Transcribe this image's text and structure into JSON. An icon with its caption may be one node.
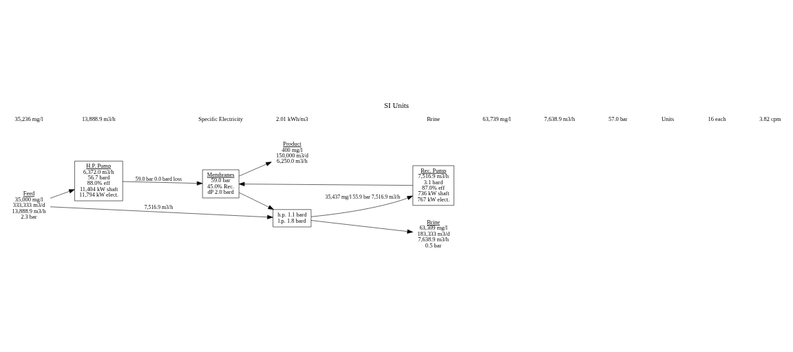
{
  "diagram": {
    "title": "SI Units",
    "nodes": [
      {
        "text": [
          "H.P. Pump",
          "6,372.0 m3/h",
          "56.7 bard",
          "88.0% eff",
          "11,404 kW shaft",
          "11,794 kW elect."
        ]
      },
      {
        "text": [
          "Membranes",
          "59.0 bar",
          "45.0% Rec.",
          "dP 2.0 bard"
        ]
      },
      {
        "text": [
          "Rec. Pump",
          "7,516.9 m3/h",
          "3.1 bard",
          "87.0% eff",
          "736 kW shaft",
          "767 kW elect."
        ]
      },
      {
        "text": [
          "h.p. 1.1 bard",
          "l.p. 1.8 bard"
        ]
      },
      {
        "text": [
          "Feed",
          "35,000 mg/l",
          "333,333 m3/d",
          "13,888.9 m3/h",
          "2.3 bar"
        ]
      },
      {
        "text": [
          "Product",
          "400 mg/l",
          "150,000 m3/d",
          "6,250.0 m3/h"
        ]
      },
      {
        "text": [
          "Brine",
          "63,309 mg/l",
          "183,333 m3/d",
          "7,638.9 m3/h",
          "0.5 bar"
        ]
      }
    ],
    "edges": [
      {
        "from": 4,
        "to": 0,
        "arrow": "to"
      },
      {
        "from": 0,
        "to": 1,
        "arrow": "to",
        "label": "59.0 bar 0.0 bard loss"
      },
      {
        "from": 2,
        "to": 1,
        "arrow": "to"
      },
      {
        "from": 1,
        "to": 5,
        "arrow": "to"
      },
      {
        "from": 1,
        "to": 3,
        "arrow": "to"
      },
      {
        "from": 3,
        "to": 2,
        "arrow": "to",
        "label": "35,437 mg/l 55.9 bar 7,516.9 m3/h"
      },
      {
        "from": 4,
        "to": 3,
        "arrow": "to",
        "label": "7,516.9 m3/h"
      },
      {
        "from": 3,
        "to": 6,
        "arrow": "to"
      }
    ],
    "labels": [
      "35,236 mg/l",
      "13,888.9 m3/h",
      "Specific Electricity",
      "2.01 kWh/m3",
      "Brine",
      "63,739 mg/l",
      "7,638.9 m3/h",
      "57.0 bar",
      "Units",
      "16 each",
      "3.82 cpm"
    ]
  }
}
